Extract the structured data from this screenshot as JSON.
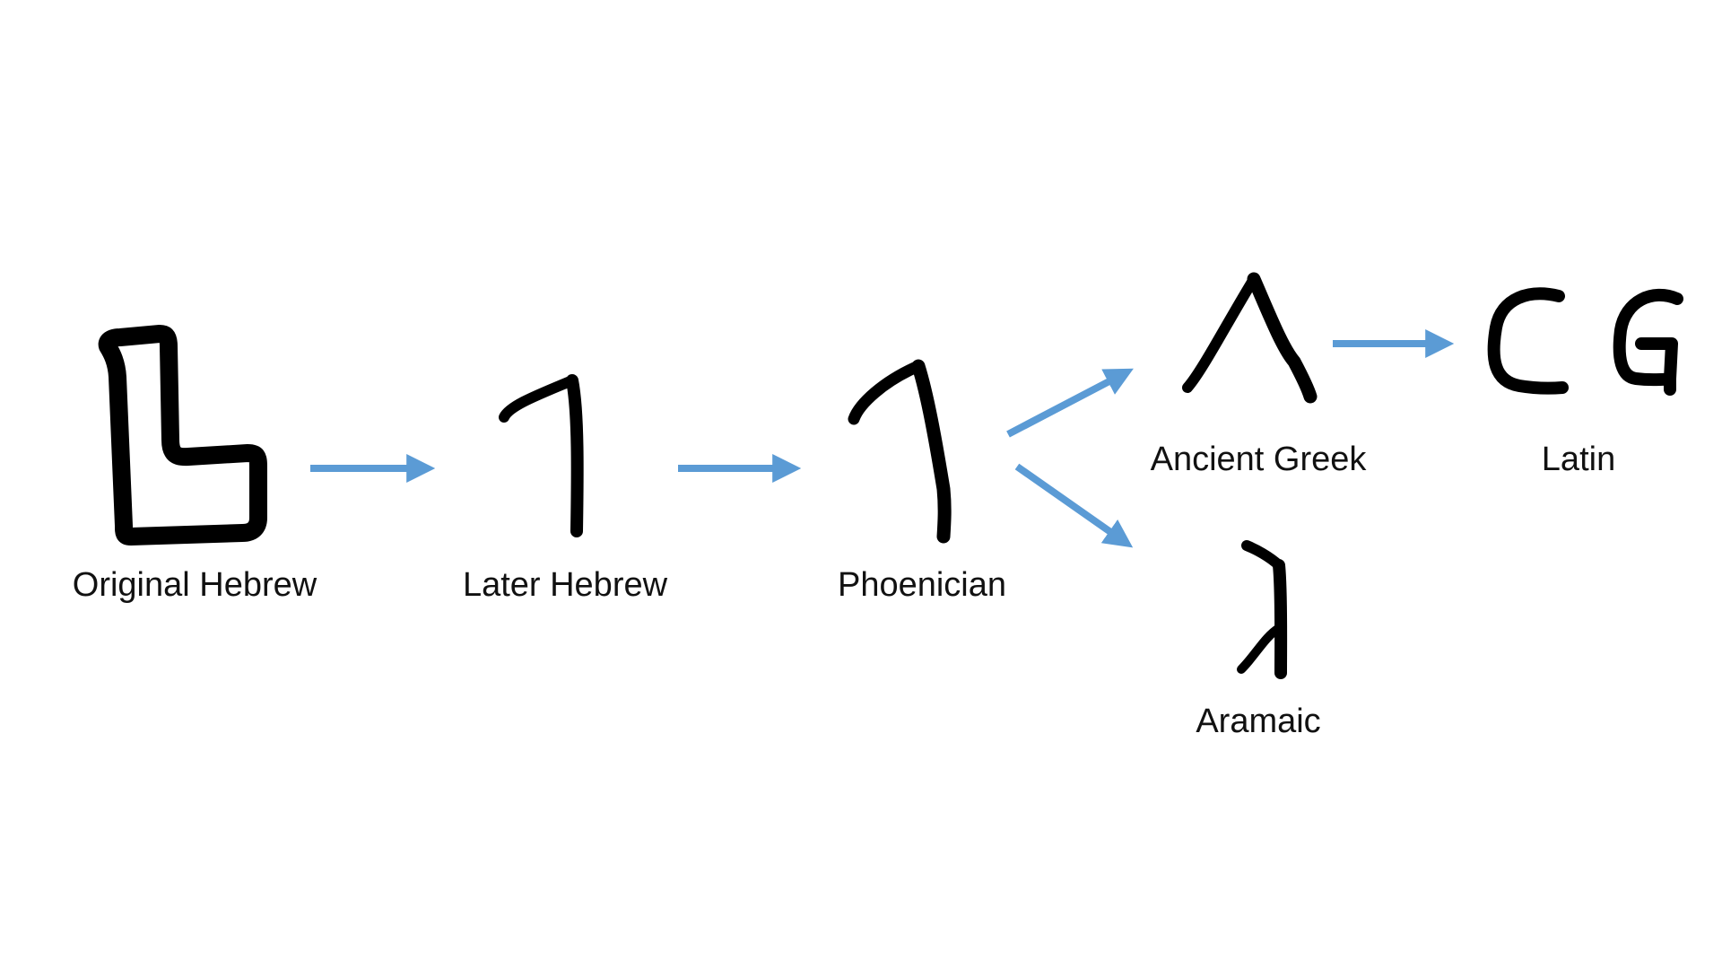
{
  "diagram": {
    "scripts": [
      {
        "id": "original-hebrew",
        "label": "Original Hebrew",
        "glyph": "bent-stroke-glyph-icon"
      },
      {
        "id": "later-hebrew",
        "label": "Later Hebrew",
        "glyph": "hook-stroke-glyph-icon"
      },
      {
        "id": "phoenician",
        "label": "Phoenician",
        "glyph": "curved-hook-glyph-icon"
      },
      {
        "id": "ancient-greek",
        "label": "Ancient Greek",
        "glyph": "lambda-like-glyph-icon"
      },
      {
        "id": "aramaic",
        "label": "Aramaic",
        "glyph": "aramaic-gimel-glyph-icon"
      },
      {
        "id": "latin",
        "label": "Latin",
        "glyph": "latin-c-g-glyph-icon"
      }
    ],
    "flows": [
      {
        "from": "original-hebrew",
        "to": "later-hebrew"
      },
      {
        "from": "later-hebrew",
        "to": "phoenician"
      },
      {
        "from": "phoenician",
        "to": "ancient-greek"
      },
      {
        "from": "phoenician",
        "to": "aramaic"
      },
      {
        "from": "ancient-greek",
        "to": "latin"
      }
    ],
    "colors": {
      "arrow": "#5B9BD5",
      "glyph": "#000000",
      "text": "#111111",
      "background": "#FFFFFF"
    }
  }
}
